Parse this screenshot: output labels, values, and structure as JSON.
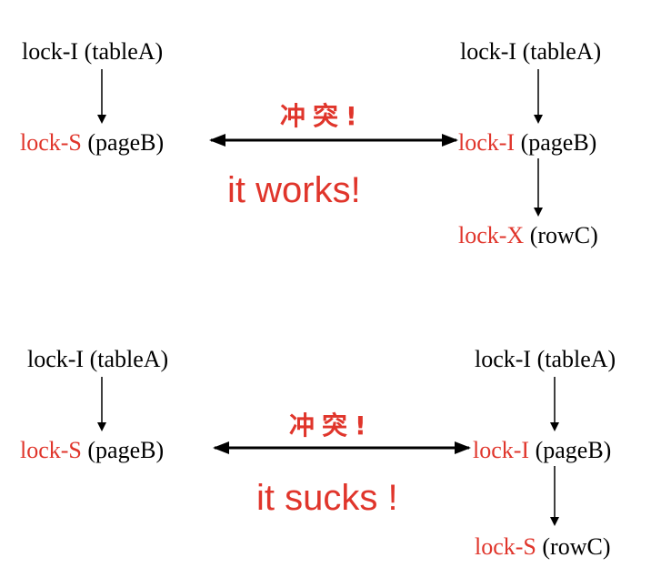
{
  "colors": {
    "accent": "#e0352b",
    "text": "#000000"
  },
  "top": {
    "left": {
      "table_lock": "lock-I (tableA)",
      "page_lock_mode": "lock-S",
      "page_lock_target": " (pageB)"
    },
    "right": {
      "table_lock": "lock-I (tableA)",
      "page_lock_mode": "lock-I",
      "page_lock_target": " (pageB)",
      "row_lock_mode": "lock-X",
      "row_lock_target": " (rowC)"
    },
    "conflict_label": "冲突!",
    "verdict": "it works!"
  },
  "bottom": {
    "left": {
      "table_lock": "lock-I (tableA)",
      "page_lock_mode": "lock-S",
      "page_lock_target": " (pageB)"
    },
    "right": {
      "table_lock": "lock-I (tableA)",
      "page_lock_mode": "lock-I",
      "page_lock_target": " (pageB)",
      "row_lock_mode": "lock-S",
      "row_lock_target": " (rowC)"
    },
    "conflict_label": "冲突!",
    "verdict": "it sucks !"
  }
}
